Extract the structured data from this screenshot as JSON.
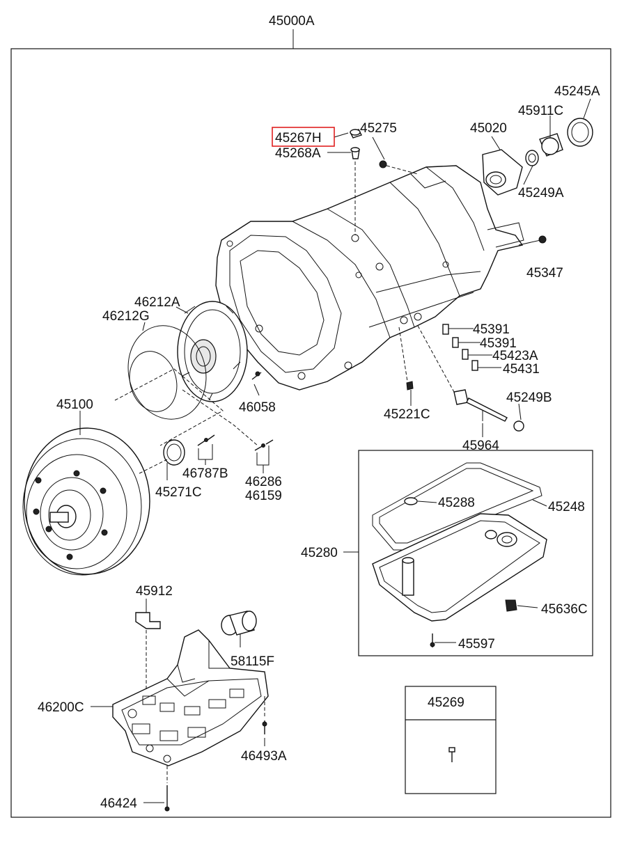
{
  "assembly": {
    "label": "45000A"
  },
  "highlight": {
    "label": "45267H",
    "color": "#e02020"
  },
  "parts": {
    "p45275": "45275",
    "p45268A": "45268A",
    "p45020": "45020",
    "p45911C": "45911C",
    "p45245A": "45245A",
    "p45249A": "45249A",
    "p45347": "45347",
    "p46212A": "46212A",
    "p46212G": "46212G",
    "p45391a": "45391",
    "p45391b": "45391",
    "p45423A": "45423A",
    "p45431": "45431",
    "p45100": "45100",
    "p46058": "46058",
    "p45221C": "45221C",
    "p45249B": "45249B",
    "p45964": "45964",
    "p46787B": "46787B",
    "p45271C": "45271C",
    "p46286": "46286",
    "p46159": "46159",
    "p45288": "45288",
    "p45248": "45248",
    "p45280": "45280",
    "p45636C": "45636C",
    "p45597": "45597",
    "p45912": "45912",
    "p58115F": "58115F",
    "p46200C": "46200C",
    "p46493A": "46493A",
    "p46424": "46424",
    "p45269": "45269"
  }
}
